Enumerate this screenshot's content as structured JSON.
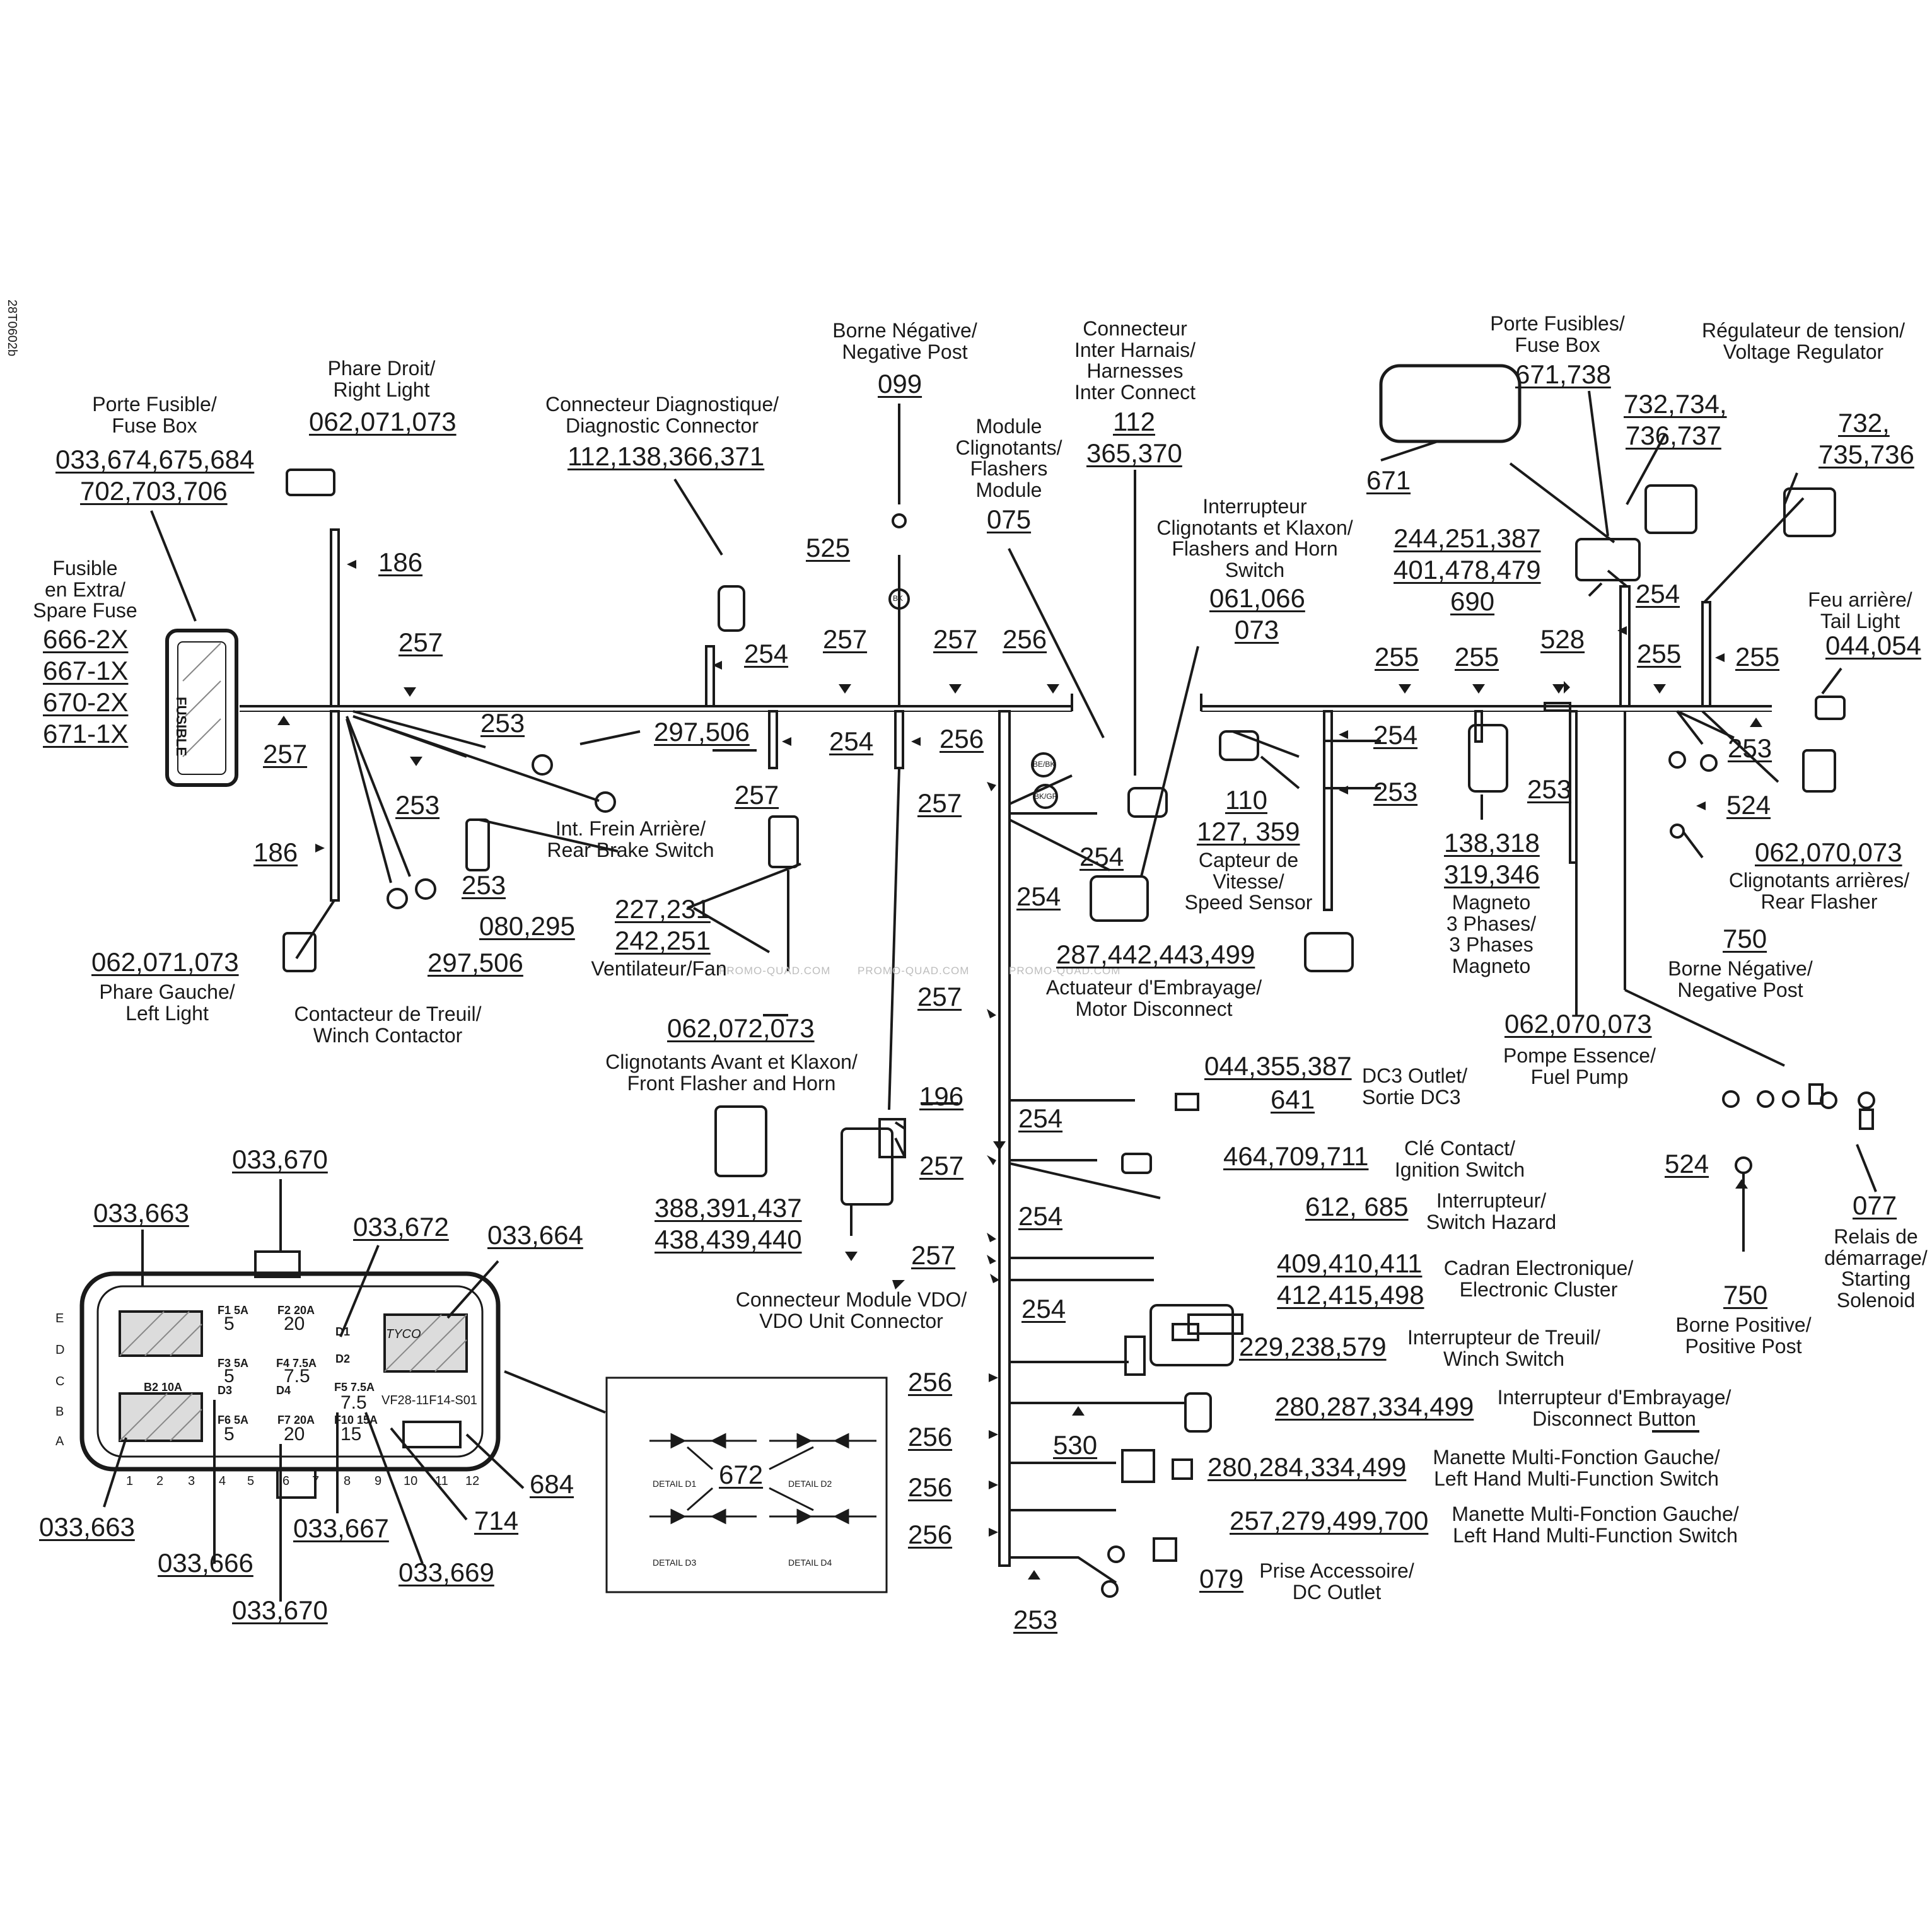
{
  "drawing_code": "28T0602b",
  "watermarks": [
    "PROMO-QUAD.COM",
    "PROMO-QUAD.COM",
    "PROMO-QUAD.COM"
  ],
  "captions": {
    "fuse_box_left": "Porte Fusible/\nFuse Box",
    "spare_fuse": "Fusible\nen Extra/\nSpare Fuse",
    "right_light": "Phare Droit/\nRight Light",
    "diag_conn": "Connecteur Diagnostique/\nDiagnostic Connector",
    "neg_post_top": "Borne Négative/\nNegative Post",
    "flashers_module": "Module\nClignotants/\nFlashers\nModule",
    "inter_connect": "Connecteur\nInter Harnais/\nHarnesses\nInter Connect",
    "flasher_horn_switch": "Interrupteur\nClignotants et Klaxon/\nFlashers and Horn\nSwitch",
    "fuse_box_right": "Porte Fusibles/\nFuse Box",
    "voltage_regulator": "Régulateur de tension/\nVoltage Regulator",
    "tail_light": "Feu arrière/\nTail Light",
    "rear_brake": "Int. Frein Arrière/\nRear Brake Switch",
    "fan": "Ventilateur/Fan",
    "left_light": "Phare Gauche/\nLeft Light",
    "winch_contactor": "Contacteur de Treuil/\nWinch Contactor",
    "front_flasher": "Clignotants Avant et Klaxon/\nFront Flasher and Horn",
    "speed_sensor": "Capteur de\nVitesse/\nSpeed Sensor",
    "motor_disconnect": "Actuateur d'Embrayage/\nMotor Disconnect",
    "magneto": "Magneto\n3 Phases/\n3 Phases\nMagneto",
    "rear_flasher": "Clignotants arrières/\nRear Flasher",
    "neg_post_right": "Borne Négative/\nNegative Post",
    "fuel_pump": "Pompe Essence/\nFuel Pump",
    "vdo_conn": "Connecteur Module VDO/\nVDO Unit Connector",
    "dc3_outlet": "DC3 Outlet/\nSortie DC3",
    "ignition": "Clé Contact/\nIgnition Switch",
    "hazard": "Interrupteur/\nSwitch Hazard",
    "cluster": "Cadran Electronique/\nElectronic Cluster",
    "winch_switch": "Interrupteur de Treuil/\nWinch Switch",
    "disconnect_btn": "Interrupteur d'Embrayage/\nDisconnect Button",
    "lh_switch_1": "Manette Multi-Fonction Gauche/\nLeft Hand Multi-Function Switch",
    "lh_switch_2": "Manette Multi-Fonction Gauche/\nLeft Hand Multi-Function Switch",
    "dc_outlet": "Prise Accessoire/\nDC Outlet",
    "pos_post": "Borne Positive/\nPositive Post",
    "starting_solenoid": "Relais de\ndémarrage/\nStarting\nSolenoid"
  },
  "parts": {
    "fb_left_1": "033,674,675,684",
    "fb_left_2": "702,703,706",
    "spare_1": "666-2X",
    "spare_2": "667-1X",
    "spare_3": "670-2X",
    "spare_4": "671-1X",
    "right_light": "062,071,073",
    "w186_top": "186",
    "diag": "112,138,366,371",
    "neg_post": "099",
    "c525": "525",
    "flashers_module": "075",
    "inter_1": "112",
    "inter_2": "365,370",
    "fh_switch_1": "061,066",
    "fh_switch_2": "073",
    "fb_right": "671,738",
    "vr_1a": "732,734,",
    "vr_1b": "736,737",
    "vr_2a": "732,",
    "vr_2b": "735,736",
    "c671": "671",
    "rc_1": "244,251,387",
    "rc_2": "401,478,479",
    "rc_3": "690",
    "tail_light": "044,054",
    "w257_a": "257",
    "w254_a": "254",
    "w257_b": "257",
    "w257_c": "257",
    "w256_a": "256",
    "w255_a": "255",
    "w255_b": "255",
    "w528": "528",
    "w254_r": "254",
    "w255_c": "255",
    "w255_d": "255",
    "w257_left": "257",
    "w253_a": "253",
    "brake_a": "297,506",
    "w253_b": "253",
    "w254_b": "254",
    "w256_b": "256",
    "w257_d": "257",
    "w257_e": "257",
    "w186_bot": "186",
    "w253_c": "253",
    "fan_1": "227,231",
    "fan_2": "242,251",
    "c080": "080,295",
    "winch_c": "297,506",
    "left_light": "062,071,073",
    "front_flasher": "062,072,073",
    "w254_c": "254",
    "w254_d": "254",
    "w254_e": "254",
    "w253_d": "253",
    "speed_1": "110",
    "speed_2": "127, 359",
    "w253_e": "253",
    "magneto_1": "138,318",
    "magneto_2": "319,346",
    "w253_f": "253",
    "c524_r": "524",
    "rear_flasher": "062,070,073",
    "c750_r": "750",
    "motor_disc": "287,442,443,499",
    "fuel_pump": "062,070,073",
    "w257_f": "257",
    "c196": "196",
    "dc3_1": "044,355,387",
    "c641": "641",
    "w254_f": "254",
    "ignition": "464,709,711",
    "w257_g": "257",
    "vdo_1": "388,391,437",
    "vdo_2": "438,439,440",
    "hazard": "612, 685",
    "w254_g": "254",
    "w257_h": "257",
    "cluster_1": "409,410,411",
    "cluster_2": "412,415,498",
    "w254_h": "254",
    "winch_sw": "229,238,579",
    "w256_c": "256",
    "disc_btn": "280,287,334,499",
    "c530": "530",
    "w256_d": "256",
    "lh_1": "280,284,334,499",
    "w256_e": "256",
    "lh_2": "257,279,499,700",
    "w256_f": "256",
    "c079": "079",
    "w253_g": "253",
    "c524_b": "524",
    "c077": "077",
    "c750_b": "750",
    "fb_033670_t": "033,670",
    "fb_033663_t": "033,663",
    "fb_033672": "033,672",
    "fb_033664": "033,664",
    "fb_033663_b": "033,663",
    "fb_033666": "033,666",
    "fb_033670_b": "033,670",
    "fb_033667": "033,667",
    "fb_033669": "033,669",
    "fb_714": "714",
    "fb_684": "684",
    "fb_672": "672"
  },
  "fuse_box": {
    "row_letters": [
      "E",
      "D",
      "C",
      "B",
      "A"
    ],
    "col_numbers": [
      "1",
      "2",
      "3",
      "4",
      "5",
      "6",
      "7",
      "8",
      "9",
      "10",
      "11",
      "12"
    ],
    "fuse_labels": [
      "F1 5A",
      "F2 20A",
      "F3 5A",
      "F4 7.5A",
      "F5 7.5A",
      "F6 5A",
      "F7 20A",
      "F10 15A",
      "D1",
      "D2",
      "D3",
      "D4",
      "B2 10A"
    ],
    "fuse_values": [
      "5",
      "20",
      "5",
      "7.5",
      "7.5",
      "5",
      "20",
      "15"
    ],
    "brand": "TYCO",
    "code": "VF28-11F14-S01",
    "detail_labels": [
      "DETAIL D1",
      "DETAIL D2",
      "DETAIL D3",
      "DETAIL D4"
    ],
    "vertical_text": "FUSIBLE"
  },
  "tags": {
    "bk": "BK",
    "be_bk": "BE/BK",
    "bk_gr": "BK/GR"
  }
}
